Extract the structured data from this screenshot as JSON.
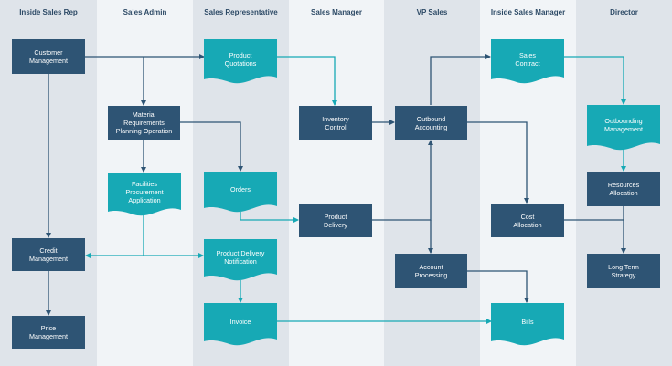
{
  "colors": {
    "process": "#2e5474",
    "document": "#17a9b5",
    "edge_dark": "#2e5474",
    "edge_teal": "#17a9b5"
  },
  "lanes": [
    {
      "title": "Inside Sales Rep"
    },
    {
      "title": "Sales Admin"
    },
    {
      "title": "Sales Representative"
    },
    {
      "title": "Sales Manager"
    },
    {
      "title": "VP Sales"
    },
    {
      "title": "Inside Sales Manager"
    },
    {
      "title": "Director"
    }
  ],
  "nodes": {
    "customer_management": {
      "line1": "Customer",
      "line2": "Management"
    },
    "credit_management": {
      "line1": "Credit",
      "line2": "Management"
    },
    "price_management": {
      "line1": "Price",
      "line2": "Management"
    },
    "material_requirements": {
      "line1": "Material Requirements",
      "line2": "Planning Operation"
    },
    "facilities_procurement": {
      "line1": "Facilities",
      "line2": "Procurement",
      "line3": "Application"
    },
    "product_quotations": {
      "line1": "Product",
      "line2": "Quotations"
    },
    "orders": {
      "line1": "Orders"
    },
    "product_delivery_notification": {
      "line1": "Product Delivery",
      "line2": "Notification"
    },
    "invoice": {
      "line1": "Invoice"
    },
    "inventory_control": {
      "line1": "Inventory",
      "line2": "Control"
    },
    "product_delivery": {
      "line1": "Product",
      "line2": "Delivery"
    },
    "outbound_accounting": {
      "line1": "Outbound",
      "line2": "Accounting"
    },
    "account_processing": {
      "line1": "Account",
      "line2": "Processing"
    },
    "sales_contract": {
      "line1": "Sales",
      "line2": "Contract"
    },
    "cost_allocation": {
      "line1": "Cost",
      "line2": "Allocation"
    },
    "bills": {
      "line1": "Bills"
    },
    "outbounding_management": {
      "line1": "Outbounding",
      "line2": "Management"
    },
    "resources_allocation": {
      "line1": "Resources",
      "line2": "Allocation"
    },
    "long_term_strategy": {
      "line1": "Long Term",
      "line2": "Strategy"
    }
  }
}
